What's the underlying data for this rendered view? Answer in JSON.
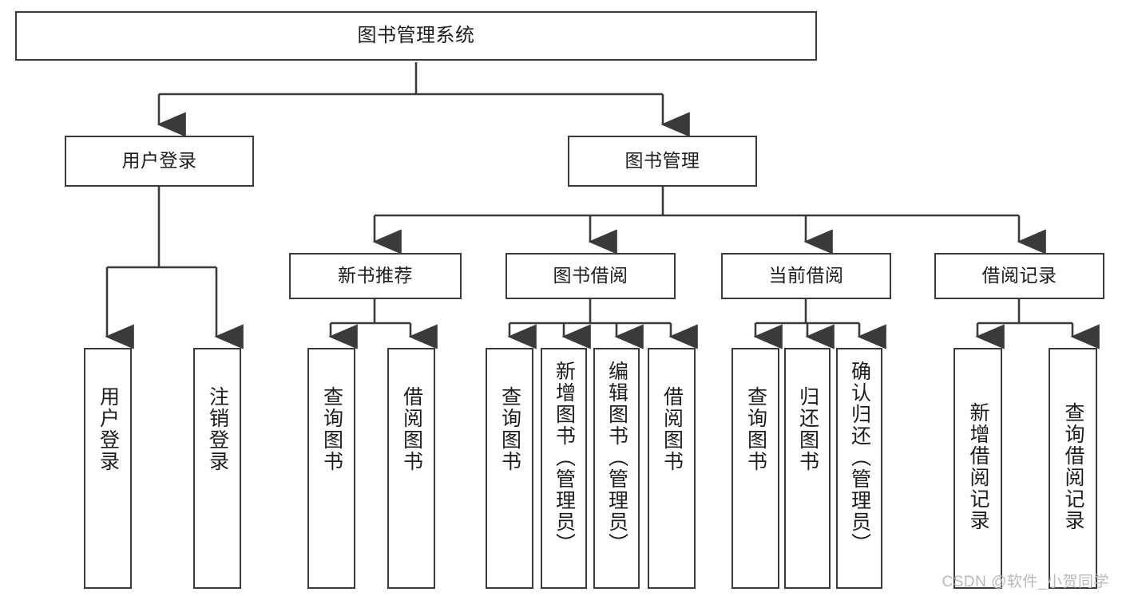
{
  "diagram": {
    "title": "图书管理系统",
    "type": "hierarchy-tree",
    "root": {
      "id": "root",
      "label": "图书管理系统"
    },
    "level2": [
      {
        "id": "user-login",
        "label": "用户登录"
      },
      {
        "id": "book-manage",
        "label": "图书管理"
      }
    ],
    "level3": [
      {
        "id": "new-book-rec",
        "label": "新书推荐",
        "parent": "book-manage"
      },
      {
        "id": "book-borrow",
        "label": "图书借阅",
        "parent": "book-manage"
      },
      {
        "id": "current-borrow",
        "label": "当前借阅",
        "parent": "book-manage"
      },
      {
        "id": "borrow-record",
        "label": "借阅记录",
        "parent": "book-manage"
      }
    ],
    "leaves": {
      "user_login": [
        {
          "id": "leaf-user-login",
          "label": "用户登录"
        },
        {
          "id": "leaf-logout",
          "label": "注销登录"
        }
      ],
      "new_book_rec": [
        {
          "id": "leaf-query-book-1",
          "label": "查询图书"
        },
        {
          "id": "leaf-borrow-book-1",
          "label": "借阅图书"
        }
      ],
      "book_borrow": [
        {
          "id": "leaf-query-book-2",
          "label": "查询图书"
        },
        {
          "id": "leaf-add-book",
          "label": "新增图书（管理员）"
        },
        {
          "id": "leaf-edit-book",
          "label": "编辑图书（管理员）"
        },
        {
          "id": "leaf-borrow-book-2",
          "label": "借阅图书"
        }
      ],
      "current_borrow": [
        {
          "id": "leaf-query-book-3",
          "label": "查询图书"
        },
        {
          "id": "leaf-return-book",
          "label": "归还图书"
        },
        {
          "id": "leaf-confirm-return",
          "label": "确认归还（管理员）"
        }
      ],
      "borrow_record": [
        {
          "id": "leaf-add-record",
          "label": "新增借阅记录"
        },
        {
          "id": "leaf-query-record",
          "label": "查询借阅记录"
        }
      ]
    }
  },
  "watermark": {
    "text": "CSDN @软件_小贺同学"
  },
  "colors": {
    "stroke": "#3a3a3a",
    "background": "#ffffff",
    "text": "#1d1d1d",
    "watermark": "#b9b9b9"
  }
}
